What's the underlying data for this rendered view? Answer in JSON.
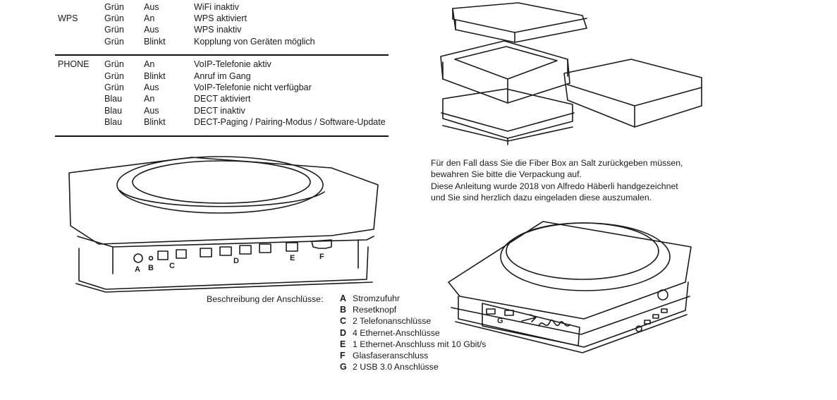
{
  "status_table": {
    "rows": [
      {
        "group": "",
        "color": "Grün",
        "state": "Aus",
        "meaning": "WiFi inaktiv"
      },
      {
        "group": "WPS",
        "color": "Grün",
        "state": "An",
        "meaning": "WPS aktiviert"
      },
      {
        "group": "",
        "color": "Grün",
        "state": "Aus",
        "meaning": "WPS inaktiv"
      },
      {
        "group": "",
        "color": "Grün",
        "state": "Blinkt",
        "meaning": "Kopplung von Geräten möglich"
      },
      {
        "group": "PHONE",
        "color": "Grün",
        "state": "An",
        "meaning": "VoIP-Telefonie aktiv"
      },
      {
        "group": "",
        "color": "Grün",
        "state": "Blinkt",
        "meaning": "Anruf im Gang"
      },
      {
        "group": "",
        "color": "Grün",
        "state": "Aus",
        "meaning": "VoIP-Telefonie nicht verfügbar"
      },
      {
        "group": "",
        "color": "Blau",
        "state": "An",
        "meaning": "DECT aktiviert"
      },
      {
        "group": "",
        "color": "Blau",
        "state": "Aus",
        "meaning": "DECT inaktiv"
      },
      {
        "group": "",
        "color": "Blau",
        "state": "Blinkt",
        "meaning": "DECT-Paging / Pairing-Modus / Software-Update"
      }
    ]
  },
  "note": {
    "line1": "Für den Fall dass Sie die Fiber Box an Salt zurückgeben müssen,",
    "line2": "bewahren Sie bitte die Verpackung auf.",
    "line3": "Diese Anleitung wurde 2018 von Alfredo Häberli handgezeichnet",
    "line4": "und Sie sind herzlich dazu eingeladen diese auszumalen."
  },
  "legend": {
    "heading": "Beschreibung der Anschlüsse:",
    "items": [
      {
        "letter": "A",
        "text": "Stromzufuhr"
      },
      {
        "letter": "B",
        "text": "Resetknopf"
      },
      {
        "letter": "C",
        "text": "2 Telefonanschlüsse"
      },
      {
        "letter": "D",
        "text": "4 Ethernet-Anschlüsse"
      },
      {
        "letter": "E",
        "text": "1 Ethernet-Anschluss mit 10 Gbit/s"
      },
      {
        "letter": "F",
        "text": "Glasfaseranschluss"
      },
      {
        "letter": "G",
        "text": "2 USB 3.0 Anschlüsse"
      }
    ]
  },
  "drawing_labels": {
    "a": "A",
    "b": "B",
    "c": "C",
    "d": "D",
    "e": "E",
    "f": "F",
    "g": "G"
  }
}
